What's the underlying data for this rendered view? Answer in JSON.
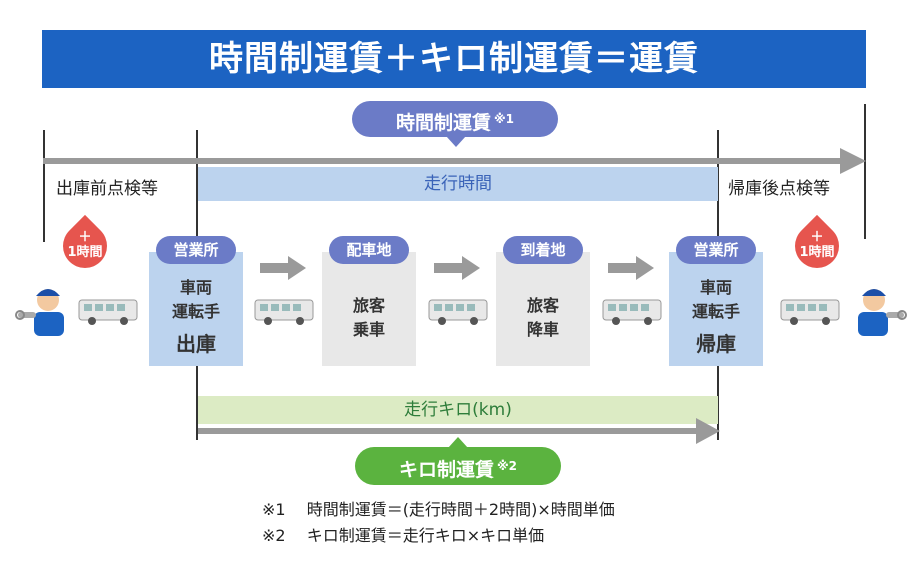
{
  "banner": {
    "title": "時間制運賃＋キロ制運賃＝運賃"
  },
  "time_fare": {
    "label": "時間制運賃",
    "note_mark": "※1"
  },
  "km_fare": {
    "label": "キロ制運賃",
    "note_mark": "※2"
  },
  "bands": {
    "run_time": "走行時間",
    "run_km": "走行キロ(km)"
  },
  "pre_check": {
    "label": "出庫前点検等",
    "badge_plus": "＋",
    "badge_time": "1時間"
  },
  "post_check": {
    "label": "帰庫後点検等",
    "badge_plus": "＋",
    "badge_time": "1時間"
  },
  "stages": [
    {
      "tag": "営業所",
      "line1": "車両",
      "line2": "運転手",
      "big": "出庫"
    },
    {
      "tag": "配車地",
      "line1": "旅客",
      "line2": "乗車"
    },
    {
      "tag": "到着地",
      "line1": "旅客",
      "line2": "降車"
    },
    {
      "tag": "営業所",
      "line1": "車両",
      "line2": "運転手",
      "big": "帰庫"
    }
  ],
  "notes": [
    {
      "mark": "※1",
      "text": "時間制運賃＝(走行時間＋2時間)×時間単価"
    },
    {
      "mark": "※2",
      "text": "キロ制運賃＝走行キロ×キロ単価"
    }
  ],
  "colors": {
    "banner": "#1c63c2",
    "time_pill": "#6b7bc7",
    "km_pill": "#5bb33f",
    "badge": "#e6554e"
  }
}
